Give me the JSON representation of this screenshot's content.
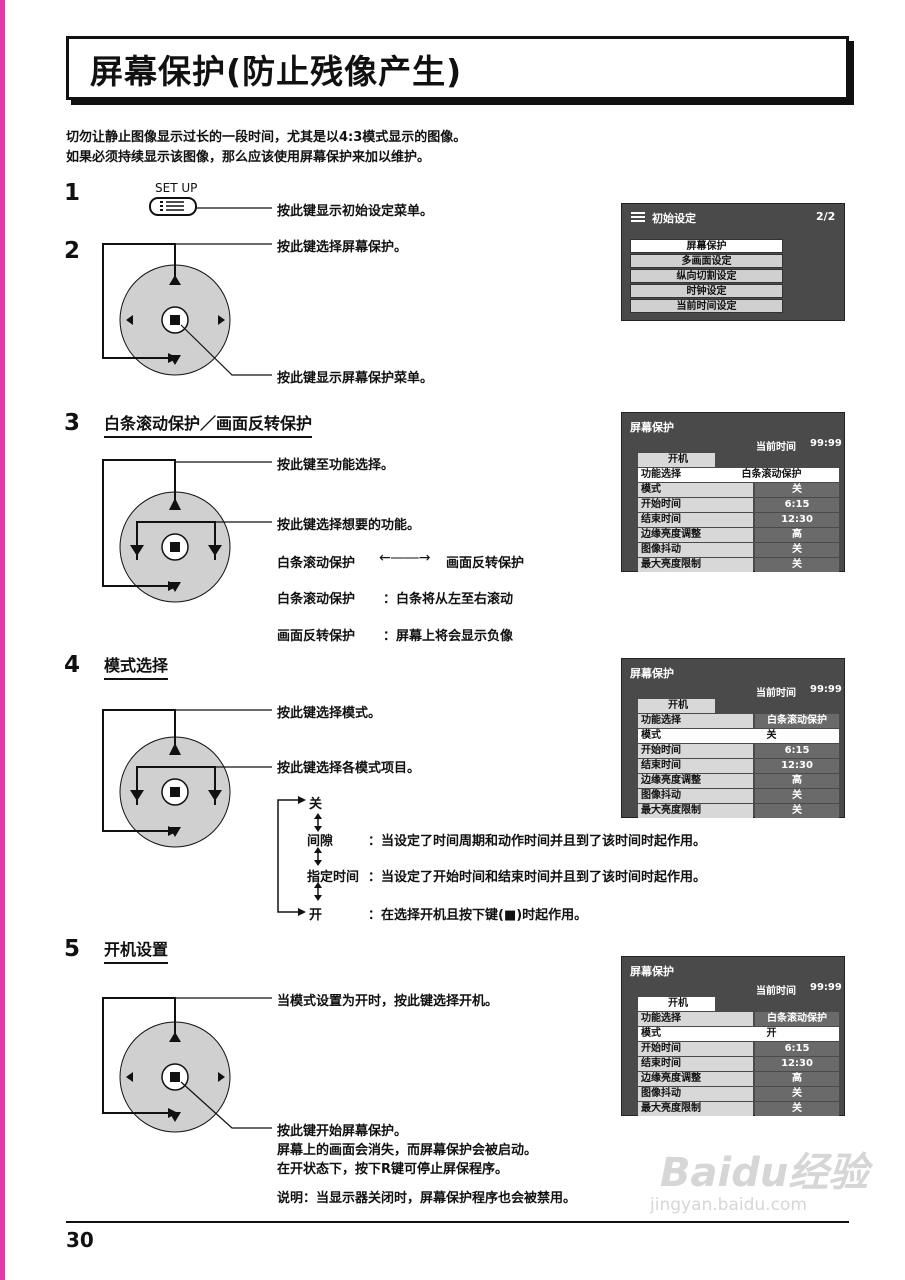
{
  "title": "屏幕保护(防止残像产生)",
  "intro": [
    "切勿让静止图像显示过长的一段时间，尤其是以4:3模式显示的图像。",
    "如果必须持续显示该图像，那么应该使用屏幕保护来加以维护。"
  ],
  "step1": {
    "num": "1",
    "remote_label": "SET UP",
    "desc": "按此键显示初始设定菜单。"
  },
  "step2": {
    "num": "2",
    "desc_up": "按此键选择屏幕保护。",
    "desc_center": "按此键显示屏幕保护菜单。"
  },
  "init_menu": {
    "title": "初始设定",
    "page": "2/2",
    "items": [
      "屏幕保护",
      "多画面设定",
      "纵向切割设定",
      "时钟设定",
      "当前时间设定"
    ]
  },
  "step3": {
    "num": "3",
    "heading": "白条滚动保护／画面反转保护",
    "desc1": "按此键至功能选择。",
    "desc2": "按此键选择想要的功能。",
    "option_a": "白条滚动保护",
    "arrow": "←――→",
    "option_b": "画面反转保护",
    "explain_a_label": "白条滚动保护",
    "explain_a": "：白条将从左至右滚动",
    "explain_b_label": "画面反转保护",
    "explain_b": "：屏幕上将会显示负像"
  },
  "step4": {
    "num": "4",
    "heading": "模式选择",
    "desc1": "按此键选择模式。",
    "desc2": "按此键选择各模式项目。",
    "mode_off": "关",
    "mode_interval": "间隙",
    "mode_interval_desc": "：当设定了时间周期和动作时间并且到了该时间时起作用。",
    "mode_timed": "指定时间",
    "mode_timed_desc": "：当设定了开始时间和结束时间并且到了该时间时起作用。",
    "mode_on": "开",
    "mode_on_desc": "：在选择开机且按下键(■)时起作用。"
  },
  "step5": {
    "num": "5",
    "heading": "开机设置",
    "desc1": "当模式设置为开时，按此键选择开机。",
    "desc2": "按此键开始屏幕保护。",
    "desc3": "屏幕上的画面会消失，而屏幕保护会被启动。",
    "desc4": "在开状态下，按下R键可停止屏保程序。",
    "note": "说明：当显示器关闭时，屏幕保护程序也会被禁用。"
  },
  "screensaver_menu": {
    "title": "屏幕保护",
    "current_time_label": "当前时间",
    "current_time": "99:99",
    "power_on": "开机",
    "labels": [
      "功能选择",
      "模式",
      "开始时间",
      "结束时间",
      "边缘亮度调整",
      "图像抖动",
      "最大亮度限制"
    ],
    "values_a": [
      "白条滚动保护",
      "关",
      "6:15",
      "12:30",
      "高",
      "关",
      "关"
    ],
    "values_b": [
      "白条滚动保护",
      "关",
      "6:15",
      "12:30",
      "高",
      "关",
      "关"
    ],
    "values_c": [
      "白条滚动保护",
      "开",
      "6:15",
      "12:30",
      "高",
      "关",
      "关"
    ]
  },
  "page_number": "30",
  "watermark": "Baidu经验",
  "watermark_url": "jingyan.baidu.com",
  "colors": {
    "panel_bg": "#4a4a4a",
    "highlight": "#ffffff",
    "edge": "#e23aa8"
  }
}
